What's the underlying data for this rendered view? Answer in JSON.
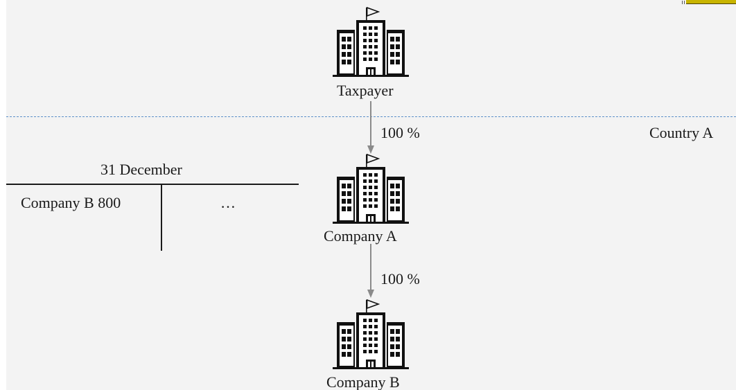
{
  "diagram": {
    "border_label": "Country A",
    "entities": {
      "taxpayer": {
        "name": "Taxpayer",
        "icon": "office-building-icon"
      },
      "company_a": {
        "name": "Company A",
        "icon": "office-building-icon"
      },
      "company_b": {
        "name": "Company B",
        "icon": "office-building-icon"
      }
    },
    "ownership": [
      {
        "from": "Taxpayer",
        "to": "Company A",
        "share": "100 %"
      },
      {
        "from": "Company A",
        "to": "Company B",
        "share": "100 %"
      }
    ],
    "t_account": {
      "title": "31 December",
      "debit": "Company B 800",
      "credit": "…"
    }
  },
  "colors": {
    "panel_background": "#f3f3f3",
    "border_line": "#5b8fc9",
    "connector": "#8a8a8a",
    "building": "#111111",
    "corner_accent": "#c8b400"
  }
}
